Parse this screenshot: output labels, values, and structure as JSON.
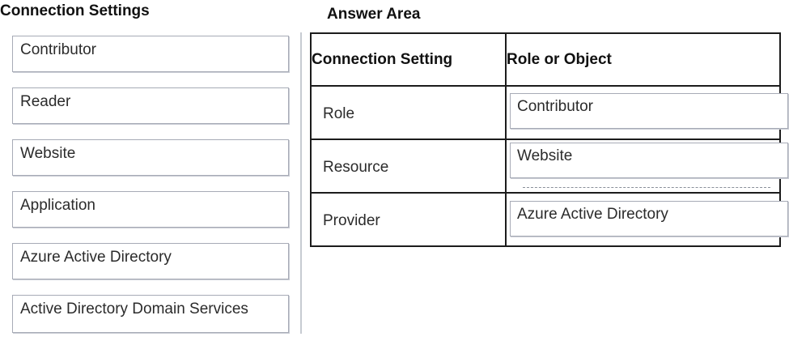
{
  "connection_settings": {
    "title": "Connection Settings",
    "options": [
      "Contributor",
      "Reader",
      "Website",
      "Application",
      "Azure Active Directory",
      "Active Directory Domain Services"
    ]
  },
  "answer_area": {
    "title": "Answer Area",
    "headers": [
      "Connection Setting",
      "Role or Object"
    ],
    "rows": [
      {
        "setting": "Role",
        "answer": "Contributor"
      },
      {
        "setting": "Resource",
        "answer": "Website"
      },
      {
        "setting": "Provider",
        "answer": "Azure Active Directory"
      }
    ]
  }
}
